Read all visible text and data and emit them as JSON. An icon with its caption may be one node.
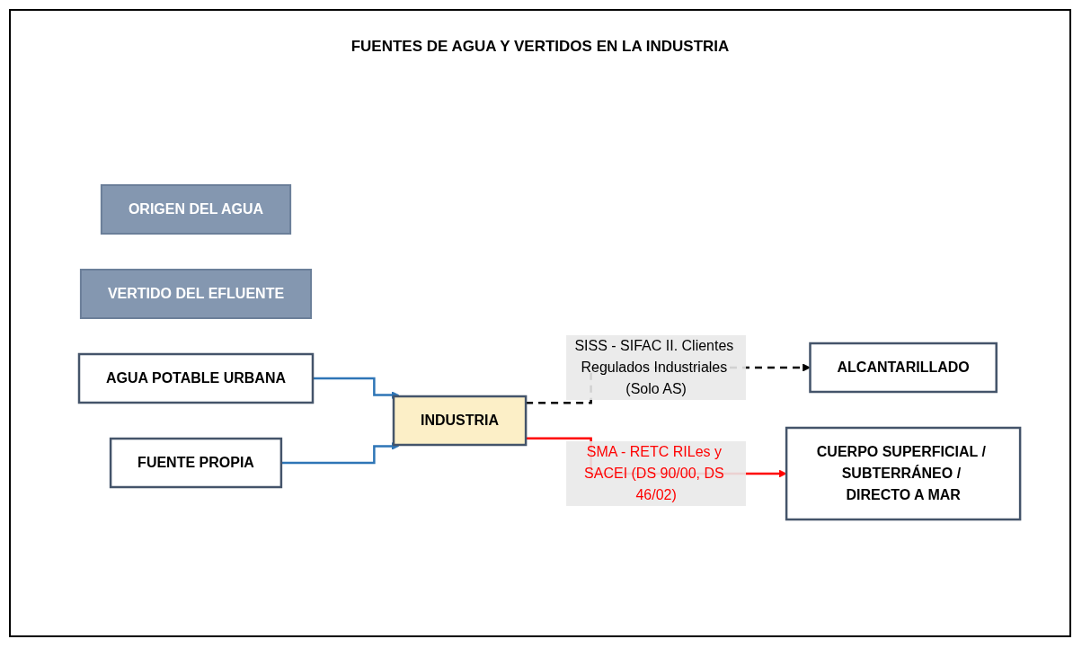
{
  "diagram": {
    "title": "FUENTES DE AGUA Y VERTIDOS EN LA INDUSTRIA",
    "nodes": [
      {
        "text": [
          "ORIGEN DEL AGUA"
        ]
      },
      {
        "text": [
          "VERTIDO DEL EFLUENTE"
        ]
      },
      {
        "text": [
          "AGUA POTABLE URBANA"
        ]
      },
      {
        "text": [
          "FUENTE PROPIA"
        ]
      },
      {
        "text": [
          "INDUSTRIA"
        ]
      },
      {
        "text": [
          "ALCANTARILLADO"
        ]
      },
      {
        "text": [
          "CUERPO SUPERFICIAL / SUBTERRÁNEO / DIRECTO A MAR"
        ]
      }
    ],
    "edges": [
      {
        "from": 2,
        "to": 4,
        "arrow": "to",
        "color": "#2e75b6"
      },
      {
        "from": 3,
        "to": 4,
        "arrow": "to",
        "color": "#2e75b6"
      },
      {
        "from": 4,
        "to": 5,
        "arrow": "to",
        "style": "dashed",
        "color": "#000000",
        "label": "SISS - SIFAC II. Clientes Regulados Industriales (Solo AS)"
      },
      {
        "from": 4,
        "to": 6,
        "arrow": "to",
        "color": "#ff0000",
        "label": "SMA - RETC RILes y SACEI (DS 90/00, DS 46/02)"
      }
    ]
  }
}
